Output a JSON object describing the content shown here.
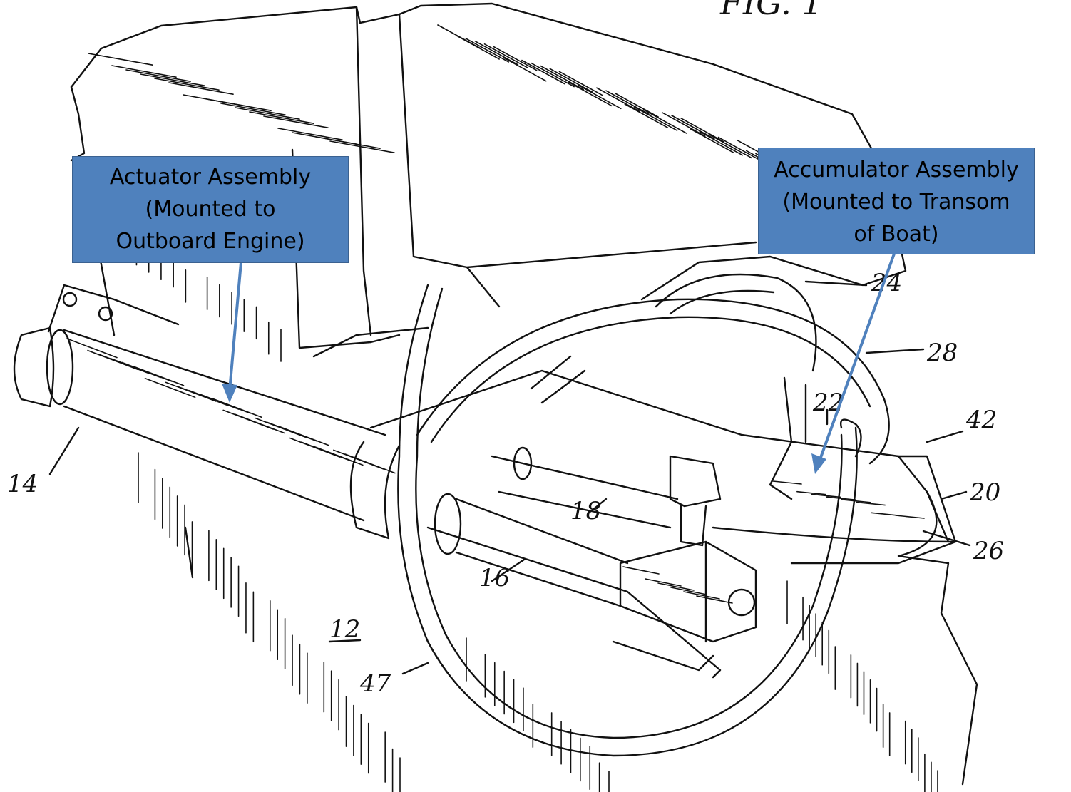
{
  "figure": {
    "label": "FIG. 1"
  },
  "callouts": {
    "actuator": {
      "lines": [
        "Actuator Assembly",
        "(Mounted  to",
        "Outboard Engine)"
      ]
    },
    "accumulator": {
      "lines": [
        "Accumulator Assembly",
        "(Mounted to Transom",
        "of Boat)"
      ]
    }
  },
  "colors": {
    "callout_fill": "#4f81bd",
    "arrow": "#4f81bd",
    "line_art": "#111111"
  },
  "reference_numerals": {
    "n12": "12",
    "n14": "14",
    "n16": "16",
    "n18": "18",
    "n20": "20",
    "n22": "22",
    "n24": "24",
    "n26": "26",
    "n28": "28",
    "n42": "42",
    "n47": "47"
  }
}
